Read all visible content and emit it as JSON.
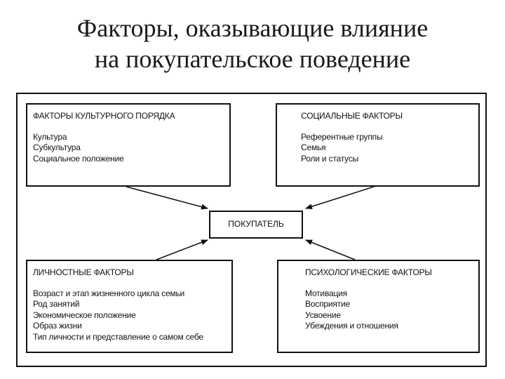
{
  "title": {
    "line1": "Факторы, оказывающие влияние",
    "line2": "на покупательское поведение"
  },
  "center": {
    "label": "ПОКУПАТЕЛЬ"
  },
  "boxes": [
    {
      "header": "ФАКТОРЫ КУЛЬТУРНОГО ПОРЯДКА",
      "items": [
        "Культура",
        "Субкультура",
        "Социальное положение"
      ]
    },
    {
      "header": "СОЦИАЛЬНЫЕ ФАКТОРЫ",
      "items": [
        "Референтные группы",
        "Семья",
        "Роли и статусы"
      ]
    },
    {
      "header": "ЛИЧНОСТНЫЕ ФАКТОРЫ",
      "items": [
        "Возраст и этап  жизненного цикла семьи",
        "Род занятий",
        "Экономическое положение",
        "Образ жизни",
        "Тип личности и представление о самом себе"
      ]
    },
    {
      "header": "ПСИХОЛОГИЧЕСКИЕ ФАКТОРЫ",
      "items": [
        "Мотивация",
        "Восприятие",
        "Усвоение",
        "Убеждения  и отношения"
      ]
    }
  ]
}
